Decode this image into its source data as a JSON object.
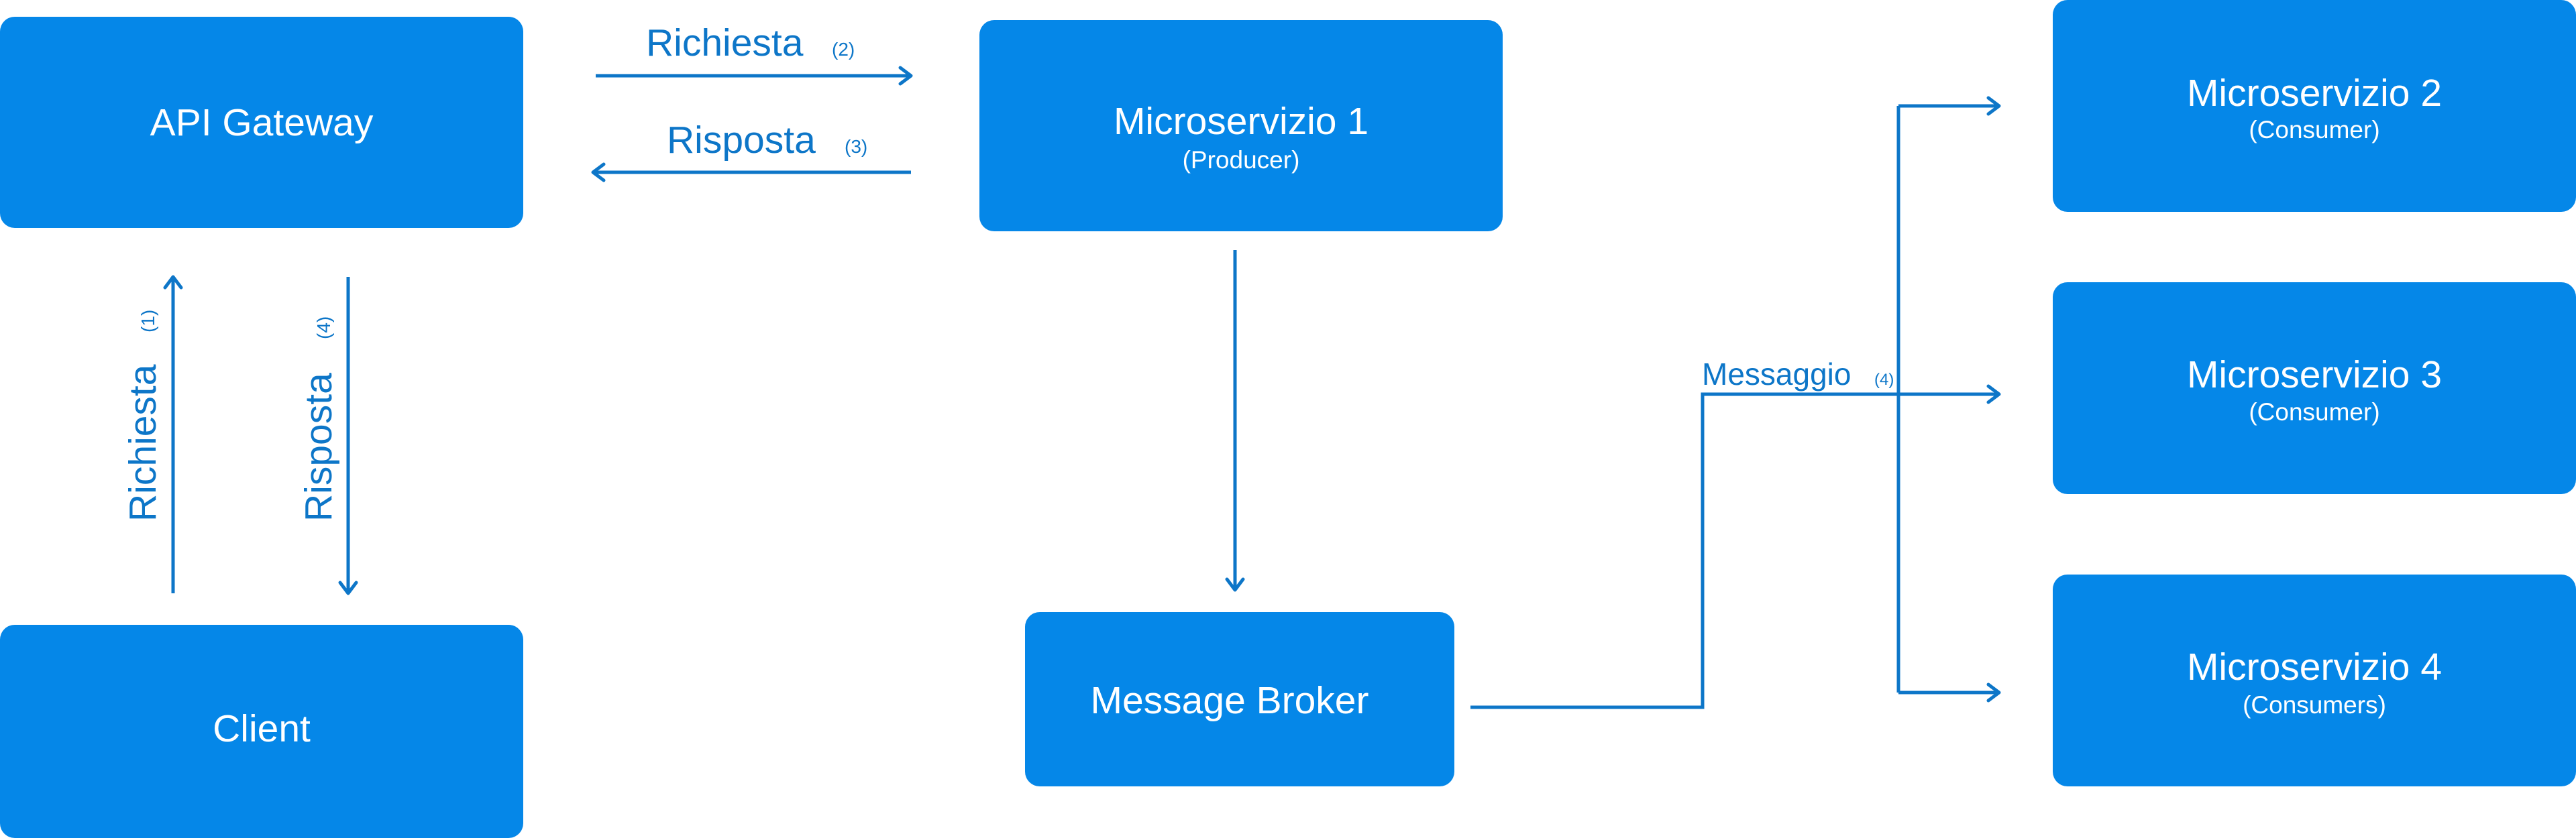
{
  "nodes": {
    "api_gateway": {
      "title": "API Gateway",
      "subtitle": ""
    },
    "client": {
      "title": "Client",
      "subtitle": ""
    },
    "microservice_1": {
      "title": "Microservizio 1",
      "subtitle": "(Producer)"
    },
    "message_broker": {
      "title": "Message Broker",
      "subtitle": ""
    },
    "microservice_2": {
      "title": "Microservizio 2",
      "subtitle": "(Consumer)"
    },
    "microservice_3": {
      "title": "Microservizio 3",
      "subtitle": "(Consumer)"
    },
    "microservice_4": {
      "title": "Microservizio 4",
      "subtitle": "(Consumers)"
    }
  },
  "edges": {
    "client_to_gateway": {
      "label": "Richiesta",
      "index": "(1)"
    },
    "gateway_to_ms1": {
      "label": "Richiesta",
      "index": "(2)"
    },
    "ms1_to_gateway": {
      "label": "Risposta",
      "index": "(3)"
    },
    "gateway_to_client": {
      "label": "Risposta",
      "index": "(4)"
    },
    "broker_to_consumers": {
      "label": "Messaggio",
      "index": "(4)"
    }
  },
  "colors": {
    "box_fill": "#0587e8",
    "line": "#0d76c8",
    "box_text": "#ffffff"
  }
}
